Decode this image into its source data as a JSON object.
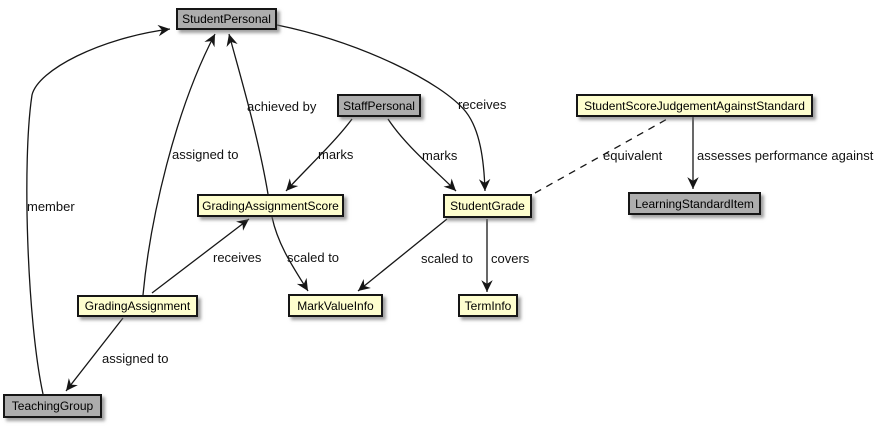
{
  "diagram": {
    "background": "#FFFFFF",
    "colors": {
      "entity_fill_yellow": "#FEFECE",
      "entity_fill_gray": "#ADADAD",
      "entity_border": "#161616",
      "edge_line": "#161616",
      "text": "#000000"
    },
    "nodes": {
      "student_personal": {
        "label": "StudentPersonal",
        "fill": "gray"
      },
      "staff_personal": {
        "label": "StaffPersonal",
        "fill": "gray"
      },
      "student_score_judgement_against_standard": {
        "label": "StudentScoreJudgementAgainstStandard",
        "fill": "yellow"
      },
      "grading_assignment_score": {
        "label": "GradingAssignmentScore",
        "fill": "yellow"
      },
      "student_grade": {
        "label": "StudentGrade",
        "fill": "yellow"
      },
      "learning_standard_item": {
        "label": "LearningStandardItem",
        "fill": "gray"
      },
      "grading_assignment": {
        "label": "GradingAssignment",
        "fill": "yellow"
      },
      "mark_value_info": {
        "label": "MarkValueInfo",
        "fill": "yellow"
      },
      "term_info": {
        "label": "TermInfo",
        "fill": "yellow"
      },
      "teaching_group": {
        "label": "TeachingGroup",
        "fill": "gray"
      }
    },
    "edges": [
      {
        "label": "member",
        "from": "TeachingGroup",
        "to": "StudentPersonal",
        "style": "solid-arrow"
      },
      {
        "label": "assigned to",
        "from": "GradingAssignment",
        "to": "StudentPersonal",
        "style": "solid-arrow"
      },
      {
        "label": "achieved by",
        "from": "GradingAssignmentScore",
        "to": "StudentPersonal",
        "style": "solid-arrow"
      },
      {
        "label": "marks",
        "from": "StaffPersonal",
        "to": "GradingAssignmentScore",
        "style": "solid-arrow"
      },
      {
        "label": "marks",
        "from": "StaffPersonal",
        "to": "StudentGrade",
        "style": "solid-arrow"
      },
      {
        "label": "receives",
        "from": "StudentPersonal",
        "to": "StudentGrade",
        "style": "solid-arrow"
      },
      {
        "label": "equivalent",
        "from": "StudentScoreJudgementAgainstStandard",
        "to": "StudentGrade",
        "style": "dashed"
      },
      {
        "label": "assesses performance against",
        "from": "StudentScoreJudgementAgainstStandard",
        "to": "LearningStandardItem",
        "style": "solid-arrow"
      },
      {
        "label": "receives",
        "from": "GradingAssignment",
        "to": "GradingAssignmentScore",
        "style": "solid-arrow"
      },
      {
        "label": "scaled to",
        "from": "GradingAssignmentScore",
        "to": "MarkValueInfo",
        "style": "solid-arrow"
      },
      {
        "label": "scaled to",
        "from": "StudentGrade",
        "to": "MarkValueInfo",
        "style": "solid-arrow"
      },
      {
        "label": "covers",
        "from": "StudentGrade",
        "to": "TermInfo",
        "style": "solid-arrow"
      },
      {
        "label": "assigned to",
        "from": "GradingAssignment",
        "to": "TeachingGroup",
        "style": "solid-arrow"
      }
    ]
  }
}
